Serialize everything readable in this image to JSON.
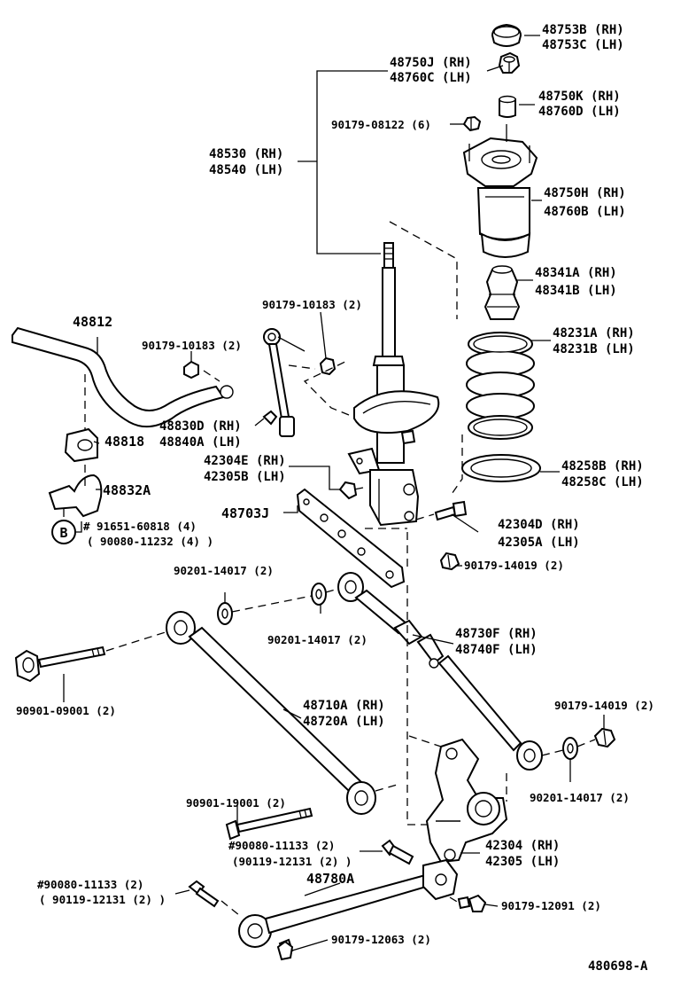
{
  "parts": {
    "cap": [
      "48753B (RH)",
      "48753C (LH)"
    ],
    "nut_top": [
      "48750J (RH)",
      "48760C (LH)"
    ],
    "collar": [
      "48750K (RH)",
      "48760D (LH)"
    ],
    "nut_small": "90179-08122 (6)",
    "strut": [
      "48530 (RH)",
      "48540 (LH)"
    ],
    "support": [
      "48750H (RH)",
      "48760B (LH)"
    ],
    "bumper": [
      "48341A (RH)",
      "48341B (LH)"
    ],
    "spring": [
      "48231A (RH)",
      "48231B (LH)"
    ],
    "insulator": [
      "48258B (RH)",
      "48258C (LH)"
    ],
    "link_nut_upper": "90179-10183 (2)",
    "stab_nut": "90179-10183 (2)",
    "stab_bar": "48812",
    "link": [
      "48830D (RH)",
      "48840A (LH)"
    ],
    "bushing": "48818",
    "bracket": "48832A",
    "bracket_bolt": [
      "# 91651-60818 (4)",
      "( 90080-11232 (4) )"
    ],
    "ref_b": "B",
    "bolt_42304e": [
      "42304E (RH)",
      "42305B (LH)"
    ],
    "plate": "48703J",
    "bolt_42304d": [
      "42304D (RH)",
      "42305A (LH)"
    ],
    "washer_upper": "90201-14017 (2)",
    "nut_14019_upper": "90179-14019 (2)",
    "washer_mid": "90201-14017 (2)",
    "rod_rear": [
      "48730F (RH)",
      "48740F (LH)"
    ],
    "bolt_long": "90901-09001 (2)",
    "arm_front": [
      "48710A (RH)",
      "48720A (LH)"
    ],
    "nut_14019_lower": "90179-14019 (2)",
    "washer_lower": "90201-14017 (2)",
    "bolt_19001": "90901-19001 (2)",
    "bolt_11133_mid": [
      "#90080-11133 (2)",
      "(90119-12131 (2) )"
    ],
    "knuckle": [
      "42304 (RH)",
      "42305 (LH)"
    ],
    "bolt_11133_low": [
      "#90080-11133 (2)",
      "( 90119-12131 (2) )"
    ],
    "arm_trailing": "48780A",
    "nut_12091": "90179-12091 (2)",
    "nut_12063": "90179-12063 (2)"
  },
  "figure_code": "480698-A"
}
